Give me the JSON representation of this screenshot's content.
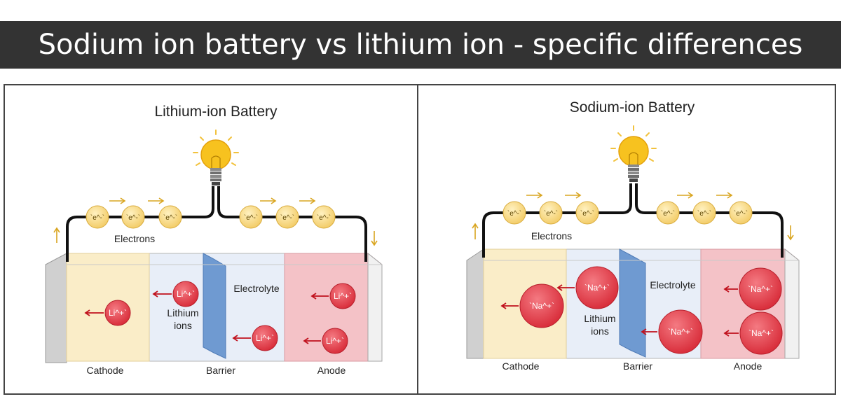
{
  "banner": {
    "title": "Sodium ion battery vs lithium ion - specific differences"
  },
  "lithium": {
    "title": "Lithium-ion Battery",
    "electrons_label": "Electrons",
    "ions_label_line1": "Lithium",
    "ions_label_line2": "ions",
    "electrolyte_label": "Electrolyte",
    "cathode_label": "Cathode",
    "barrier_label": "Barrier",
    "anode_label": "Anode",
    "electron_text": "`e^-`",
    "ion_text": "Li^+`"
  },
  "sodium": {
    "title": "Sodium-ion Battery",
    "electrons_label": "Electrons",
    "ions_label_line1": "Lithium",
    "ions_label_line2": "ions",
    "electrolyte_label": "Electrolyte",
    "cathode_label": "Cathode",
    "barrier_label": "Barrier",
    "anode_label": "Anode",
    "electron_text": "`e^-`",
    "ion_text": "`Na^+`"
  },
  "colors": {
    "banner_bg": "#333333",
    "cathode": "#faedc8",
    "electrolyte": "#e6eef9",
    "barrier": "#6f9ad1",
    "anode": "#f4c2c7",
    "ion": "#e3434e",
    "electron": "#f6d781",
    "arrow_red": "#c0111d",
    "arrow_gold": "#d9a520",
    "wire": "#111111"
  }
}
